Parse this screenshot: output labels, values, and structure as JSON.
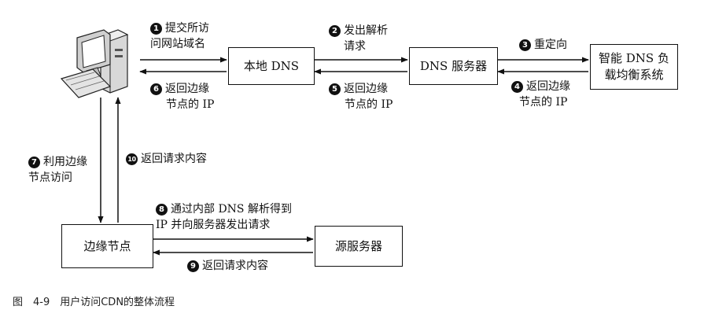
{
  "nodes": {
    "local_dns": "本地 DNS",
    "dns_server": "DNS 服务器",
    "smart_dns_line1": "智能 DNS 负",
    "smart_dns_line2": "载均衡系统",
    "edge_node": "边缘节点",
    "origin_server": "源服务器"
  },
  "steps": {
    "s1": {
      "num": "1",
      "line1": "提交所访",
      "line2": "问网站域名"
    },
    "s2": {
      "num": "2",
      "line1": "发出解析",
      "line2": "请求"
    },
    "s3": {
      "num": "3",
      "line1": "重定向"
    },
    "s4": {
      "num": "4",
      "line1": "返回边缘",
      "line2": "节点的 IP"
    },
    "s5": {
      "num": "5",
      "line1": "返回边缘",
      "line2": "节点的 IP"
    },
    "s6": {
      "num": "6",
      "line1": "返回边缘",
      "line2": "节点的 IP"
    },
    "s7": {
      "num": "7",
      "line1": "利用边缘",
      "line2": "节点访问"
    },
    "s8": {
      "num": "8",
      "line1": "通过内部 DNS 解析得到",
      "line2": "IP 并向服务器发出请求"
    },
    "s9": {
      "num": "9",
      "line1": "返回请求内容"
    },
    "s10": {
      "num": "10",
      "line1": "返回请求内容"
    }
  },
  "caption": "图　4-9　用户访问CDN的整体流程",
  "icons": [
    "computer-icon"
  ]
}
